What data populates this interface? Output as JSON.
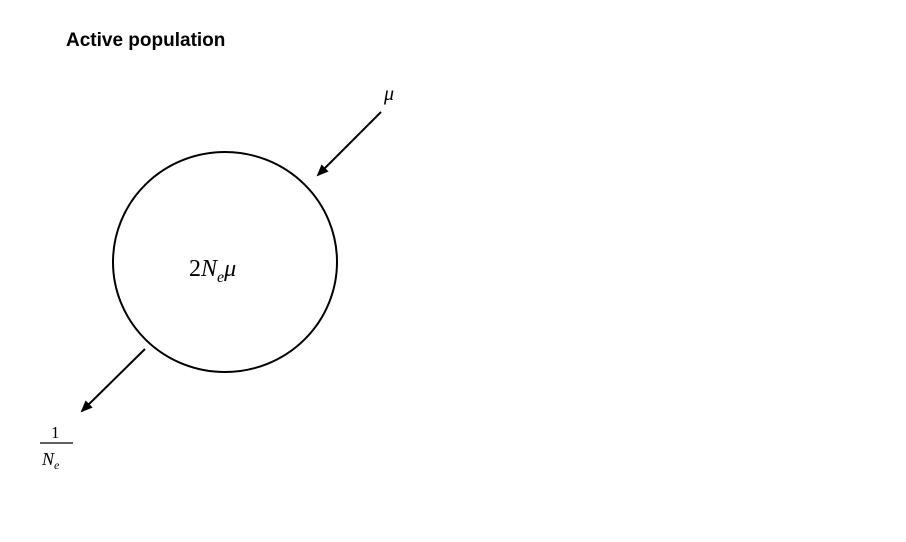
{
  "title": "Active population",
  "labels": {
    "inflow_rate": "μ",
    "center_coef": "2",
    "center_symbol": "N",
    "center_subscript": "e",
    "center_rate": "μ",
    "outflow_numerator": "1",
    "outflow_denominator_symbol": "N",
    "outflow_denominator_subscript": "e"
  },
  "colors": {
    "stroke": "#000000",
    "background": "#ffffff"
  }
}
